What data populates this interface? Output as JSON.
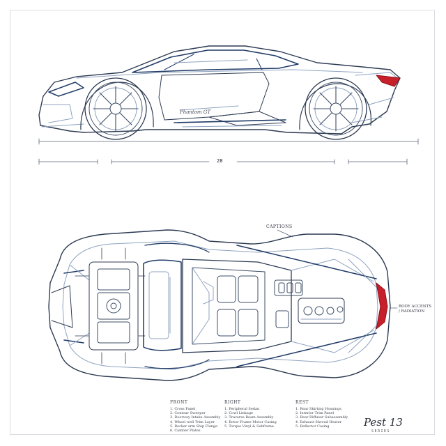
{
  "side_view": {
    "badge": "Phantom GT",
    "dimension_label": "28"
  },
  "top_view": {
    "label_top": "CAPTIONS",
    "label_right": "BODY ACCENTS / RADIATION"
  },
  "legend": [
    {
      "heading": "FRONT",
      "items": [
        "1. Cross Panel",
        "2. Contour Sweeper",
        "3. Doorway Intake Assembly",
        "4. Wheel well Trim Layer",
        "5. Rocker arm Ship Flange",
        "6. Camber Plates"
      ]
    },
    {
      "heading": "RIGHT",
      "items": [
        "1. Peripheral Sedan",
        "2. Cowl Linkage",
        "3. Traverse Beam Assembly",
        "4. Rotor Frame Motor Casing",
        "5. Torque Vinyl & Subframe"
      ]
    },
    {
      "heading": "REST",
      "items": [
        "1. Rear Skirting Housings",
        "2. Interior Trim Panel",
        "3. Rear Diffuser Subassembly",
        "4. Exhaust Shroud Heater",
        "5. Reflector Casing"
      ]
    }
  ],
  "brand": {
    "name": "Pest 13",
    "subtitle": "SERIES"
  },
  "colors": {
    "line": "#3c4c66",
    "accent_blue": "#1f3a66",
    "tail_light": "#c8202a"
  }
}
